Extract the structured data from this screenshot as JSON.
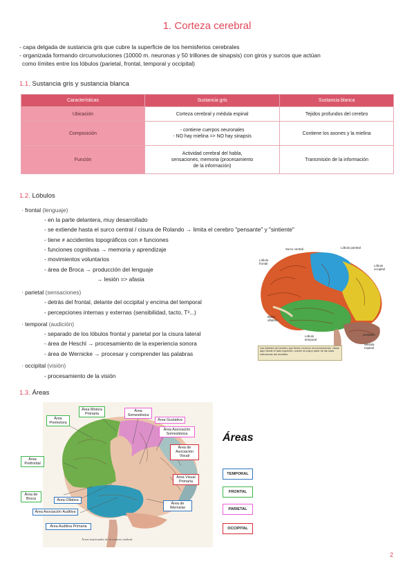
{
  "title": "1. Corteza cerebral",
  "intro": [
    "- capa delgada de sustancia gris que cubre la superficie de los hemisferios cerebrales",
    "- organizada formando circunvoluciones (10000 m. neuronas y 50 trillones de sinapsis) con giros y surcos que actúan",
    "  como límites entre los lóbulos (parietal, frontal, temporal y occipital)"
  ],
  "section1": {
    "num": "1.1.",
    "text": " Sustancia gris y sustancia blanca"
  },
  "table": {
    "headers": [
      "Características",
      "Sustancia gris",
      "Sustancia blanca"
    ],
    "rows": [
      {
        "label": "Ubicación",
        "gris": "Corteza cerebral y médula espinal",
        "blanca": "Tejidos profundos del cerebro"
      },
      {
        "label": "Composición",
        "gris1": "- contiene cuerpos neuronales",
        "gris2": "- NO hay mielina => NO hay sinapsis",
        "blanca": "Contiene los axones y la mielina"
      },
      {
        "label": "Función",
        "gris1": "Actividad cerebral del habla,",
        "gris2": "sensaciones, memoria (procesamiento",
        "gris3": "de la información)",
        "blanca": "Transmisión de la información"
      }
    ]
  },
  "section2": {
    "num": "1.2.",
    "text": " Lóbulos"
  },
  "lobulos": {
    "frontal": {
      "name": "· frontal",
      "note": " (lenguaje)",
      "items": [
        "- en la parte delantera, muy desarrollado",
        "- se extiende hasta el surco central / cisura de Rolando → limita el cerebro \"pensante\" y \"sintiente\"",
        "- tiene ≠ accidentes topográficos con ≠ funciones",
        "- funciones cognitivas → memoria y aprendizaje",
        "- movimientos voluntarios",
        "- área de Broca → producción del lenguaje"
      ],
      "sub": "→ lesión => afasia"
    },
    "parietal": {
      "name": "· parietal",
      "note": " (sensaciones)",
      "items": [
        "- detrás del frontal, delante del occipital y encima del temporal",
        "- percepciones internas y externas (sensibilidad, tacto, T³...)"
      ]
    },
    "temporal": {
      "name": "· temporal",
      "note": " (audición)",
      "items": [
        "- separado de los lóbulos frontal y parietal por la cisura lateral",
        "- área de Heschl → procesamiento de la experiencia sonora",
        "- área de Wernicke → procesar y comprender las palabras"
      ]
    },
    "occipital": {
      "name": "· occipital",
      "note": " (visión)",
      "items": [
        "- procesamiento de la visión"
      ]
    }
  },
  "brain1": {
    "labels": [
      "Surco central",
      "Lóbulo parietal",
      "Lóbulo frontal",
      "Lóbulo occipital",
      "Bulbo olfatorio",
      "Lóbulo temporal",
      "Cerebelo",
      "Médula espinal"
    ],
    "caption": "Las mitades del cerebro que tienen muchos circunvoluciones, vistas aquí desde el lado izquierdo, cubren la mayor parte de las otras estructuras del encéfalo."
  },
  "section3": {
    "num": "1.3.",
    "text": " Áreas"
  },
  "areas_labels": {
    "motora": "Área Motora Primaria",
    "premotora": "Área Premotora",
    "somestesica": "Área Somestésica",
    "gustativa": "Área Gustativa",
    "asoc_somestesica": "Área Asociación Somestésica",
    "prefrontal": "Área Prefrontal",
    "asoc_visual": "Área de Asociación Visual",
    "visual": "Área Visual Primaria",
    "broca": "Área de Broca",
    "olfativa": "Área Olfativa",
    "asoc_auditiva": "Área Asociación Auditiva",
    "wernicke": "Área de Wernicke",
    "auditiva": "Área Auditiva Primaria",
    "caption": "Áreas funcionales de la corteza cerebral."
  },
  "areas_title": "Áreas",
  "legend": [
    "TEMPORAL",
    "FRONTAL",
    "PARIETAL",
    "OCCIPITAL"
  ],
  "colors": {
    "accent": "#e0465a",
    "temporal": "#2f74c0",
    "frontal": "#3bb54a",
    "parietal": "#ec5fd8",
    "occipital": "#d42a36"
  },
  "page_number": "2"
}
